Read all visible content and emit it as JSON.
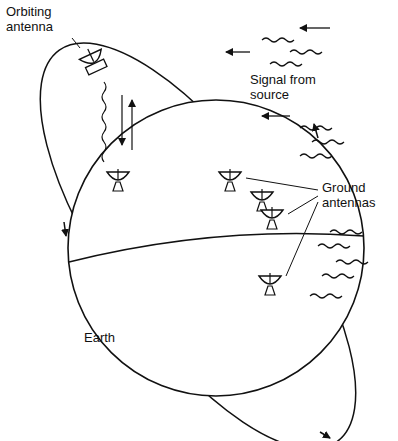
{
  "diagram": {
    "labels": [
      "Orbiting antenna",
      "Signal from source",
      "Ground antennas",
      "Earth"
    ]
  }
}
